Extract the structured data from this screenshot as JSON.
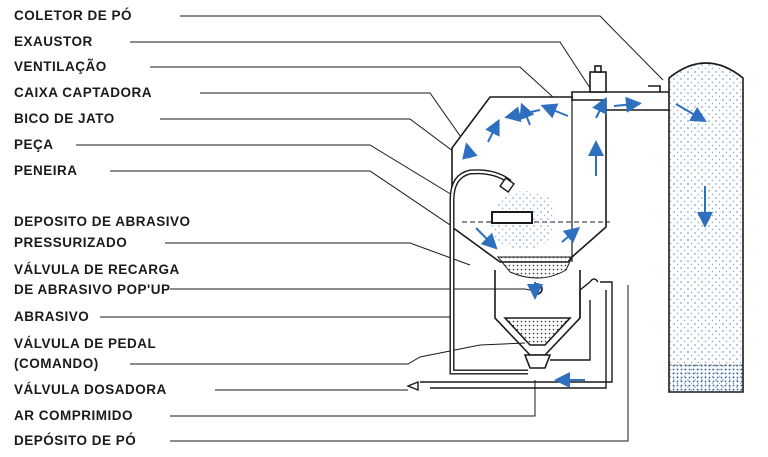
{
  "labels": {
    "coletor_de_po": "COLETOR DE PÓ",
    "exaustor": "EXAUSTOR",
    "ventilacao": "VENTILAÇÃO",
    "caixa_captadora": "CAIXA CAPTADORA",
    "bico_de_jato": "BICO DE JATO",
    "peca": "PEÇA",
    "peneira": "PENEIRA",
    "deposito_abrasivo_l1": "DEPOSITO DE ABRASIVO",
    "deposito_abrasivo_l2": "PRESSURIZADO",
    "valvula_recarga_l1": "VÁLVULA DE RECARGA",
    "valvula_recarga_l2": "DE ABRASIVO POP'UP",
    "abrasivo": "ABRASIVO",
    "valvula_pedal_l1": "VÁLVULA DE PEDAL",
    "valvula_pedal_l2": "(COMANDO)",
    "valvula_dosadora": "VÁLVULA DOSADORA",
    "ar_comprimido": "AR COMPRIMIDO",
    "deposito_de_po": "DEPÓSITO DE PÓ"
  },
  "colors": {
    "line": "#1a1a1a",
    "flow_arrow": "#2f6fc0",
    "dust": "#7fa6d6"
  }
}
